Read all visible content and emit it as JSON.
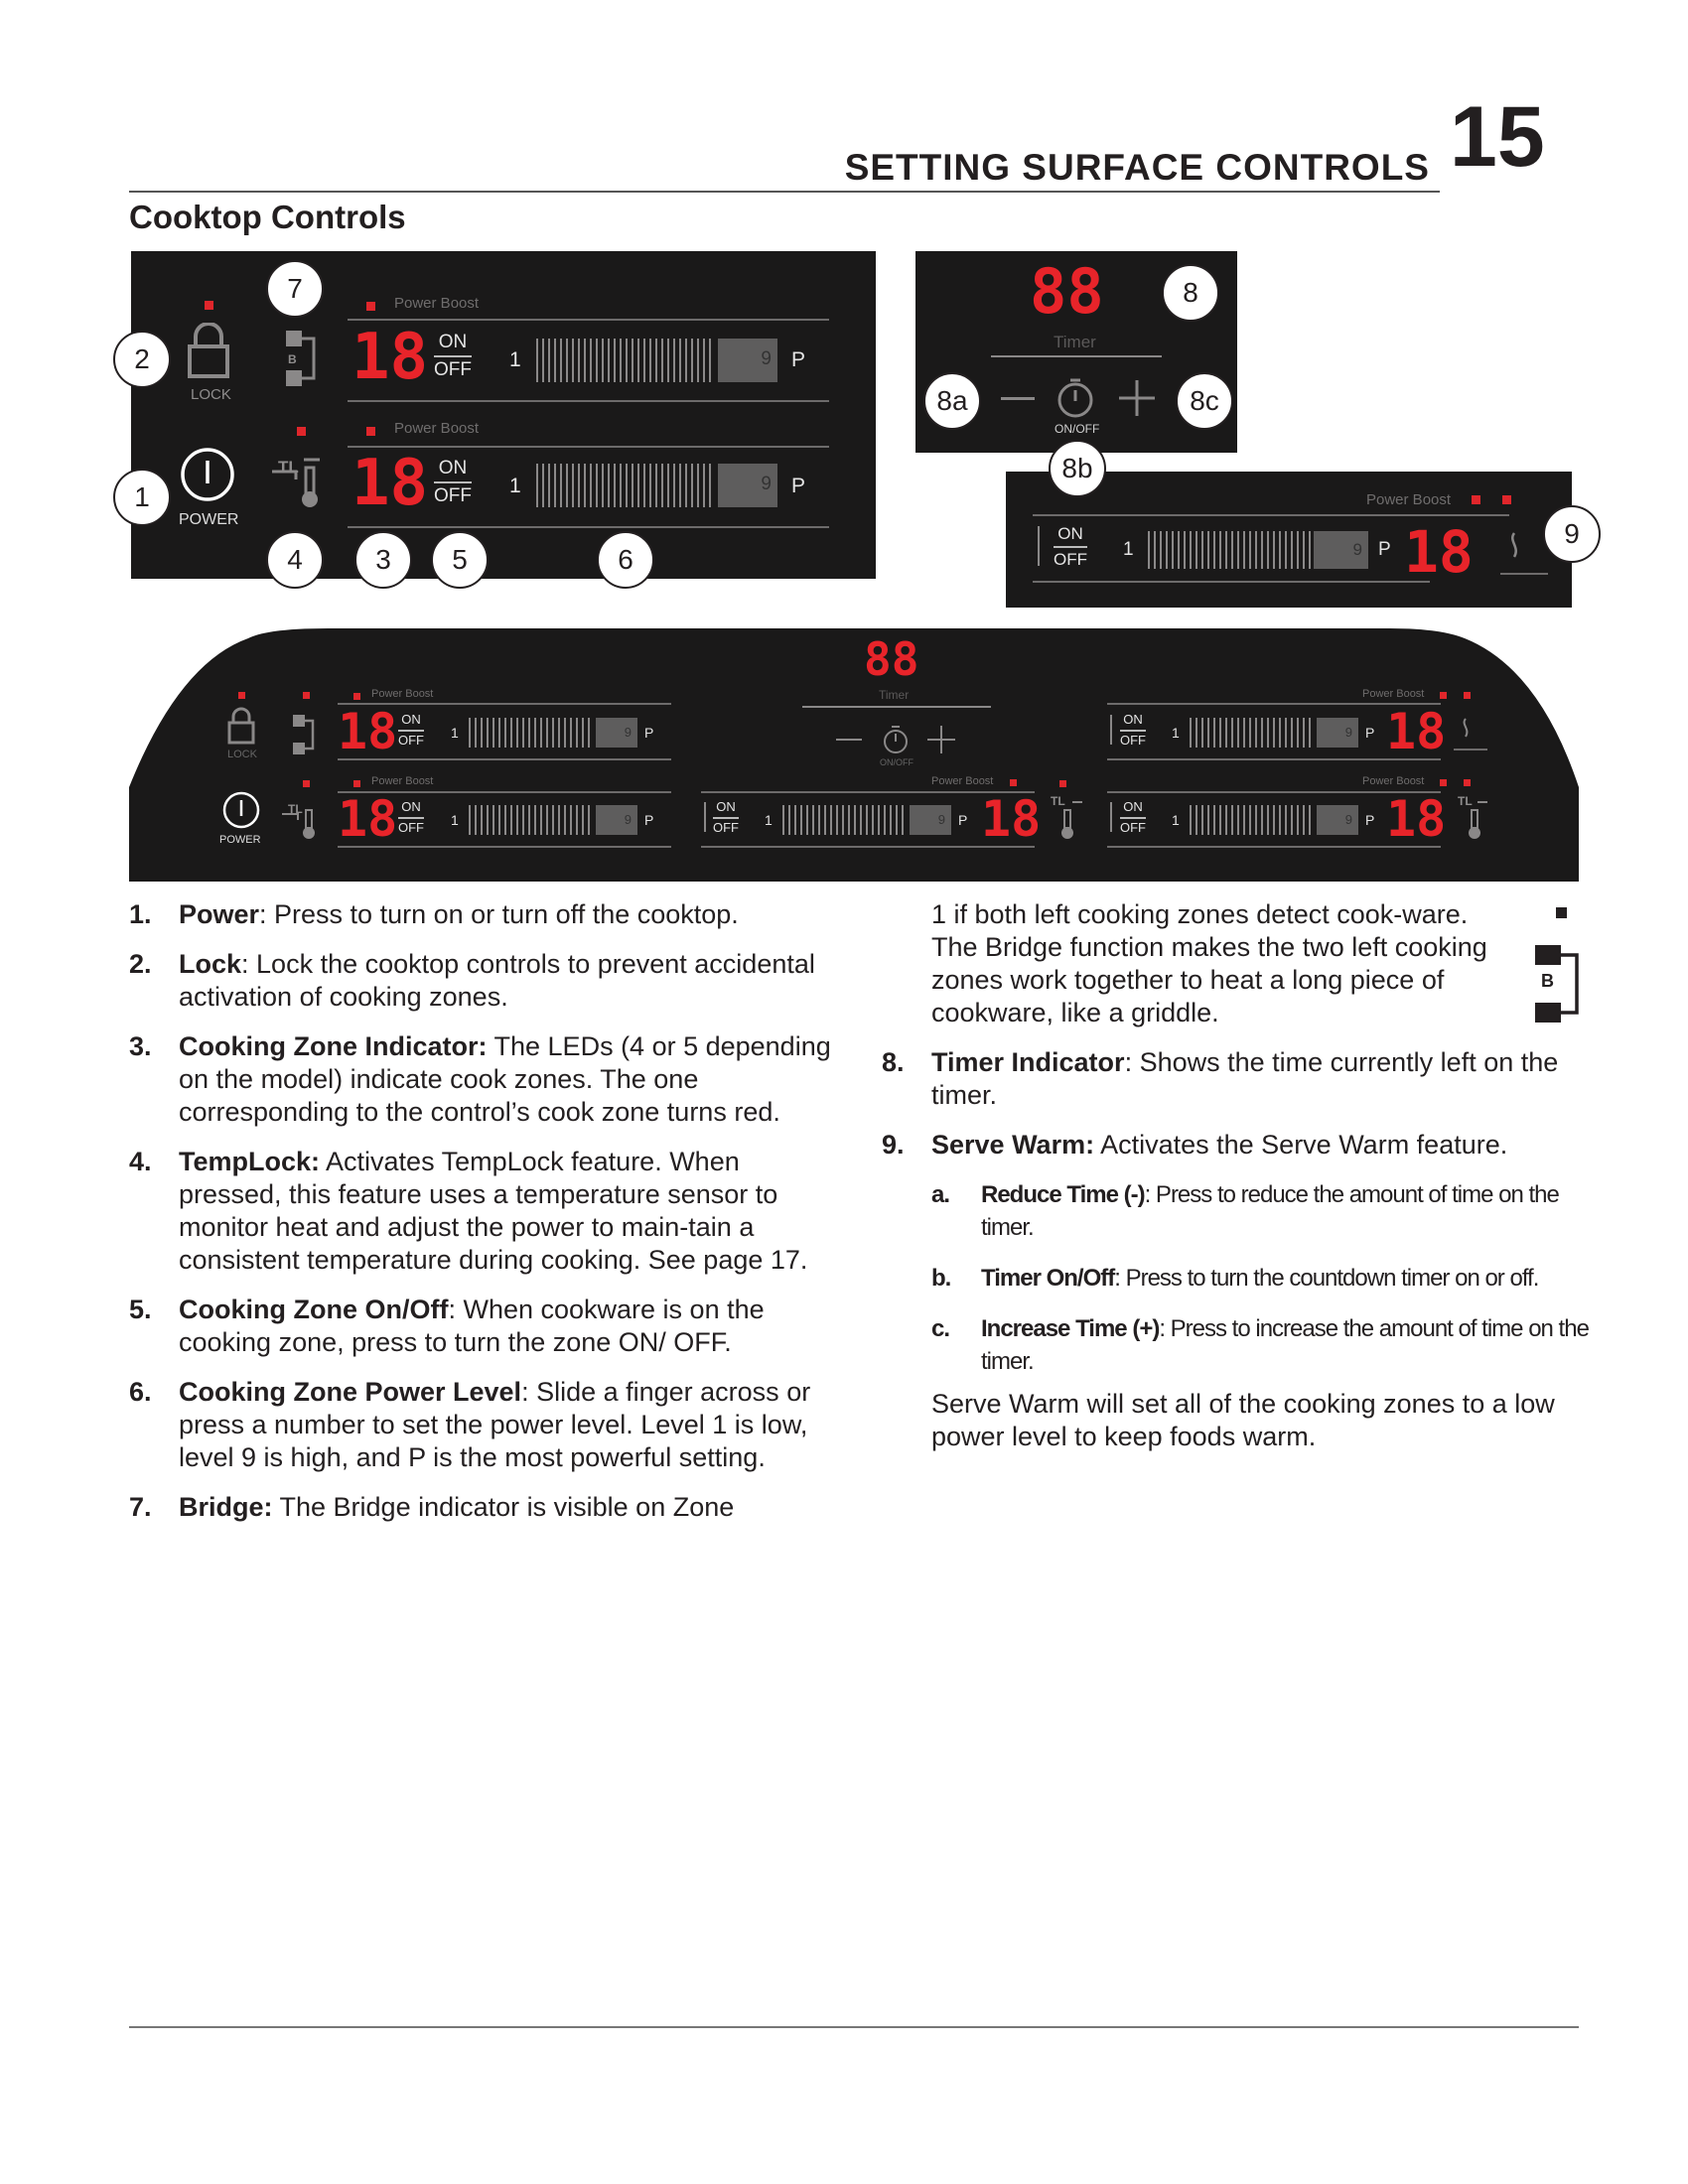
{
  "header": {
    "title": "SETTING SURFACE CONTROLS",
    "page_number": "15"
  },
  "section_title": "Cooktop Controls",
  "panel": {
    "power_boost": "Power Boost",
    "digits": "18",
    "on": "ON",
    "off": "OFF",
    "level_low": "1",
    "level_high": "9",
    "level_max": "P",
    "lock": "LOCK",
    "power": "POWER",
    "bridge_letter": "B",
    "templock": "TL",
    "timer_digits": "88",
    "timer_label": "Timer",
    "timer_onoff": "ON/OFF"
  },
  "callouts": {
    "c1": "1",
    "c2": "2",
    "c3": "3",
    "c4": "4",
    "c5": "5",
    "c6": "6",
    "c7": "7",
    "c8": "8",
    "c8a": "8a",
    "c8b": "8b",
    "c8c": "8c",
    "c9": "9"
  },
  "list": {
    "i1": {
      "num": "1.",
      "term": "Power",
      "text": ": Press to turn on or turn off the cooktop."
    },
    "i2": {
      "num": "2.",
      "term": "Lock",
      "text": ": Lock the cooktop controls to prevent accidental activation of cooking zones."
    },
    "i3": {
      "num": "3.",
      "term": "Cooking Zone Indicator:",
      "text": " The LEDs (4 or 5 depending on the model) indicate cook zones. The one corresponding to the control’s cook zone turns red."
    },
    "i4": {
      "num": "4.",
      "term": "TempLock:",
      "text": " Activates TempLock feature. When pressed, this feature uses a temperature sensor to monitor heat and adjust the power to main-tain a consistent temperature during cooking. See page 17."
    },
    "i5": {
      "num": "5.",
      "term": "Cooking Zone On/Off",
      "text": ": When cookware is on the cooking zone, press to turn the zone ON/ OFF."
    },
    "i6": {
      "num": "6.",
      "term": "Cooking Zone Power Level",
      "text": ": Slide a finger across or press a number to set the power level. Level 1 is low, level 9 is high, and P is the most powerful setting."
    },
    "i7": {
      "num": "7.",
      "term": "Bridge:",
      "text": " The Bridge indicator is visible on Zone"
    },
    "i7_cont": "1 if both left cooking zones detect cook-ware. The Bridge function makes the two left cooking zones work together to heat a long piece of cookware, like a griddle.",
    "i8": {
      "num": "8.",
      "term": "Timer Indicator",
      "text": ": Shows the time currently left on the timer."
    },
    "i9": {
      "num": "9.",
      "term": "Serve Warm:",
      "text": " Activates the Serve Warm feature."
    },
    "a": {
      "num": "a.",
      "term": "Reduce Time (-)",
      "text": ": Press to reduce the amount of time on the timer."
    },
    "b": {
      "num": "b.",
      "term": "Timer On/Off",
      "text": ": Press to turn the countdown timer on or off."
    },
    "c": {
      "num": "c.",
      "term": "Increase Time (+)",
      "text": ": Press to increase the amount of time on the timer."
    },
    "closing": "Serve Warm will set all of the cooking zones to a low power level to keep foods warm."
  }
}
